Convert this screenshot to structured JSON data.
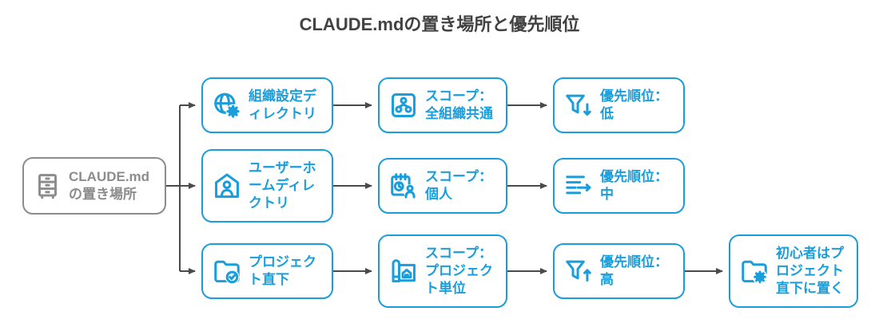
{
  "title": "CLAUDE.mdの置き場所と優先順位",
  "colors": {
    "accent_blue": "#1a9edb",
    "root_gray": "#8c8c8c",
    "connector_gray": "#4a4a4a",
    "title_color": "#424242",
    "background": "#ffffff"
  },
  "root_node": {
    "label": "CLAUDE.md\nの置き場所",
    "icon": "drawer-cabinet-icon"
  },
  "rows": [
    {
      "name": "organization",
      "nodes": [
        {
          "label": "組織設定デ\nィレクトリ",
          "icon": "globe-gear-icon"
        },
        {
          "label": "スコープ：\n全組織共通",
          "icon": "org-chart-frame-icon"
        },
        {
          "label": "優先順位：\n低",
          "icon": "filter-down-icon"
        }
      ]
    },
    {
      "name": "user-home",
      "nodes": [
        {
          "label": "ユーザーホ\nームディレ\nクトリ",
          "icon": "home-user-icon"
        },
        {
          "label": "スコープ：\n個人",
          "icon": "calendar-user-icon"
        },
        {
          "label": "優先順位：\n中",
          "icon": "list-arrow-icon"
        }
      ]
    },
    {
      "name": "project",
      "nodes": [
        {
          "label": "プロジェク\nト直下",
          "icon": "folder-check-icon"
        },
        {
          "label": "スコープ：\nプロジェク\nト単位",
          "icon": "blueprint-home-icon"
        },
        {
          "label": "優先順位：\n高",
          "icon": "filter-up-icon"
        },
        {
          "label": "初心者はプ\nロジェクト\n直下に置く",
          "icon": "folder-gear-icon"
        }
      ]
    }
  ]
}
